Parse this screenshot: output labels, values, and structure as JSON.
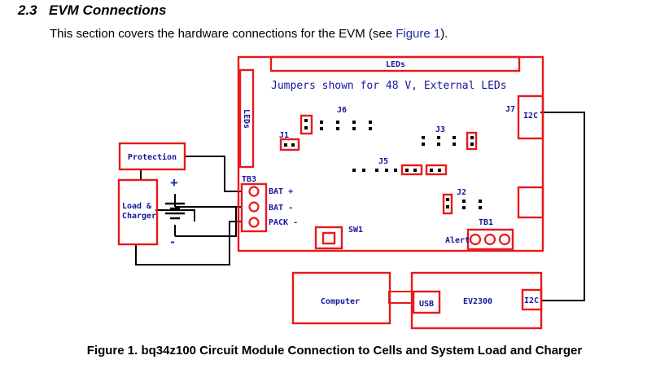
{
  "section": {
    "number": "2.3",
    "title": "EVM Connections"
  },
  "intro": {
    "text_before": "This section covers the hardware connections for the EVM (see ",
    "link": "Figure 1",
    "text_after": ")."
  },
  "diagram": {
    "leds_top": "LEDs",
    "leds_side": "LEDs",
    "jumper_note": "Jumpers shown for 48 V, External LEDs",
    "j1": "J1",
    "j2": "J2",
    "j3": "J3",
    "j5": "J5",
    "j6": "J6",
    "j7": "J7",
    "i2c_board": "I2C",
    "tb3": "TB3",
    "bat_plus": "BAT +",
    "bat_minus": "BAT -",
    "pack_minus": "PACK -",
    "sw1": "SW1",
    "tb1": "TB1",
    "alert": "Alert",
    "protection": "Protection",
    "load_line1": "Load &",
    "load_line2": "Charger",
    "plus": "+",
    "minus": "-",
    "computer": "Computer",
    "usb": "USB",
    "ev2300": "EV2300",
    "i2c_ev": "I2C",
    "colors": {
      "outline": "#e8191c",
      "label": "#16169a",
      "wire": "#000000"
    }
  },
  "caption": "Figure 1. bq34z100 Circuit Module Connection to Cells and System Load and Charger"
}
